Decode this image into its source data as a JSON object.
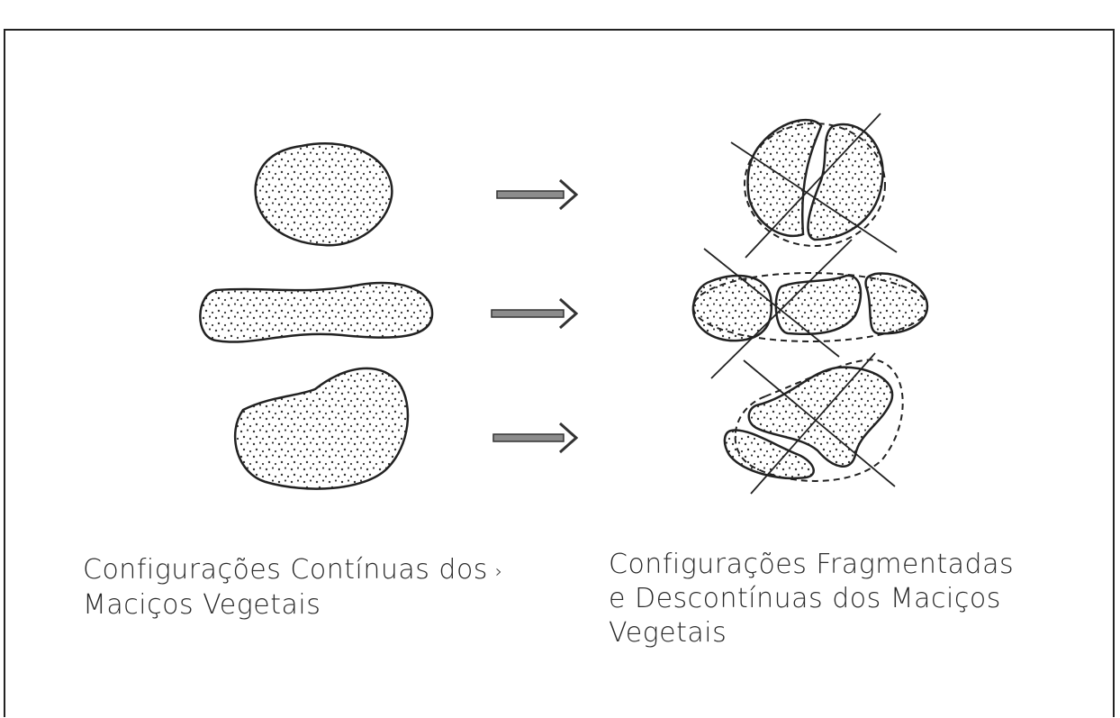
{
  "captions": {
    "continuous": {
      "line1": "Configurações Contínuas dos",
      "line2": "Maciços Vegetais"
    },
    "fragmented": {
      "line1": "Configurações Fragmentadas",
      "line2": "e Descontínuas dos Maciços",
      "line3": "Vegetais"
    }
  },
  "colors": {
    "ink": "#2a2a2a",
    "arrow_fill": "#8c8c8c"
  }
}
